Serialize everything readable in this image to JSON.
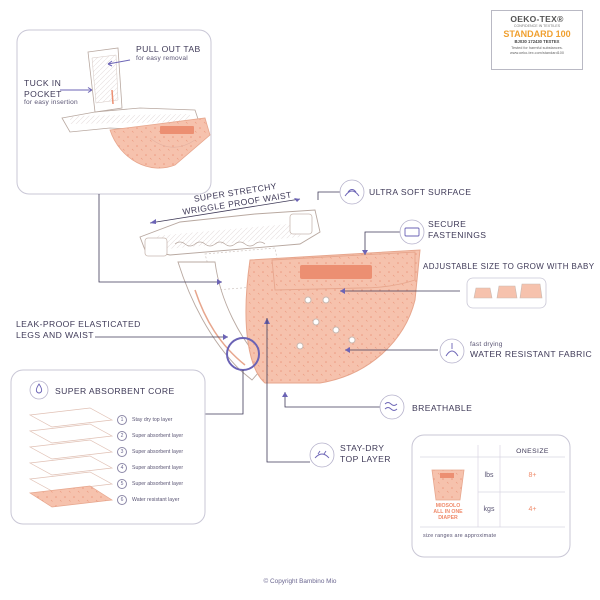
{
  "oeko": {
    "brand": "OEKO-TEX®",
    "tagline": "CONFIDENCE IN TEXTILES",
    "standard": "STANDARD 100",
    "code": "BJ030 172430 TESTEX",
    "tested": "Tested for harmful substances.",
    "url": "www.oeko-tex.com/standard100"
  },
  "callouts": {
    "pull_out_tab": "PULL OUT TAB",
    "pull_out_tab_sub": "for easy removal",
    "tuck_in_line1": "TUCK IN",
    "tuck_in_line2": "POCKET",
    "tuck_in_sub": "for easy insertion",
    "super_stretchy_line1": "SUPER STRETCHY",
    "super_stretchy_line2": "WRIGGLE PROOF WAIST",
    "ultra_soft": "ULTRA SOFT SURFACE",
    "secure_line1": "SECURE",
    "secure_line2": "FASTENINGS",
    "adjustable": "ADJUSTABLE SIZE TO GROW WITH BABY",
    "leak_proof_line1": "LEAK-PROOF ELASTICATED",
    "leak_proof_line2": "LEGS AND WAIST",
    "fast_drying": "fast drying",
    "water_resistant": "WATER RESISTANT FABRIC",
    "breathable": "BREATHABLE",
    "stay_dry_line1": "STAY-DRY",
    "stay_dry_line2": "TOP LAYER"
  },
  "core": {
    "title": "SUPER ABSORBENT CORE",
    "layers": [
      {
        "num": "1",
        "label": "Stay dry top layer"
      },
      {
        "num": "2",
        "label": "Super absorbent layer"
      },
      {
        "num": "3",
        "label": "Super absorbent layer"
      },
      {
        "num": "4",
        "label": "Super absorbent layer"
      },
      {
        "num": "5",
        "label": "Super absorbent layer"
      },
      {
        "num": "6",
        "label": "Water resistant layer"
      }
    ]
  },
  "size_table": {
    "header": "ONESIZE",
    "product_line1": "MIOSOLO",
    "product_line2": "ALL IN ONE",
    "product_line3": "DIAPER",
    "rows": [
      {
        "unit": "lbs",
        "value": "8+"
      },
      {
        "unit": "kgs",
        "value": "4+"
      }
    ],
    "note": "size ranges are approximate"
  },
  "colors": {
    "accent_purple": "#6b63b5",
    "peach": "#f3b8a0",
    "peach_dark": "#ec8f72",
    "line": "#3f3a58",
    "value_orange": "#ef8a6a"
  },
  "copyright": "© Copyright Bambino Mio"
}
